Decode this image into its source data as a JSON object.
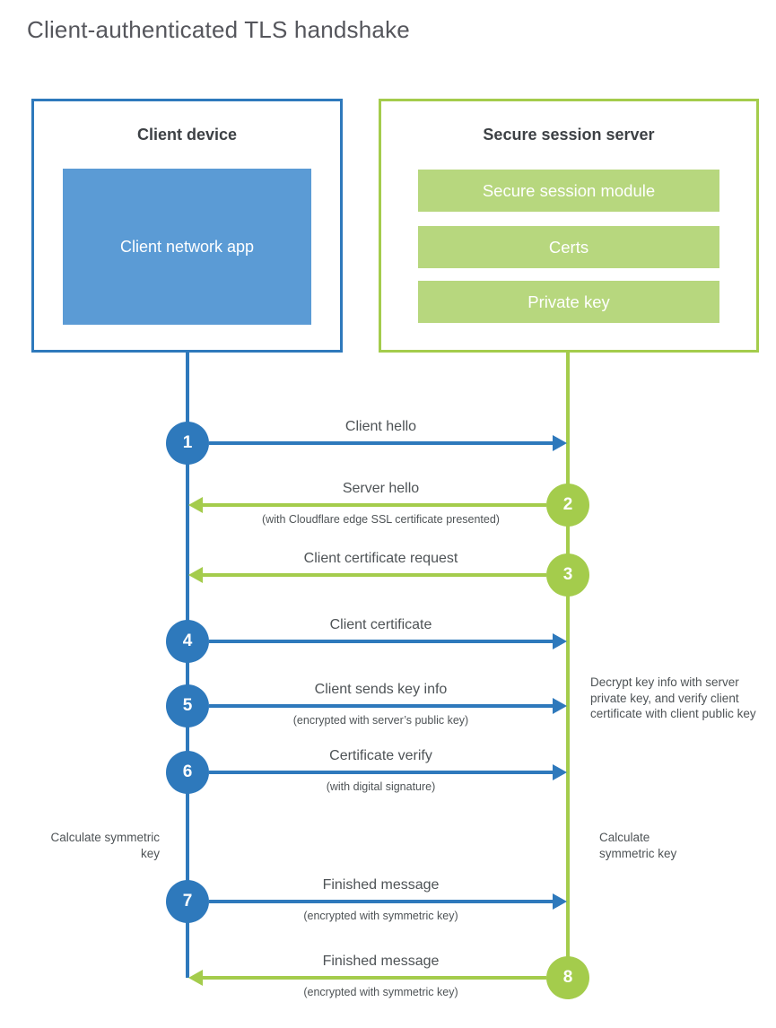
{
  "title": "Client-authenticated TLS handshake",
  "client_box": {
    "title": "Client device",
    "app_label": "Client network app"
  },
  "server_box": {
    "title": "Secure session server",
    "modules": [
      "Secure session module",
      "Certs",
      "Private key"
    ]
  },
  "steps": [
    {
      "num": "1",
      "label": "Client hello",
      "sub": "",
      "from": "client",
      "to": "server"
    },
    {
      "num": "2",
      "label": "Server hello",
      "sub": "(with Cloudflare edge SSL certificate presented)",
      "from": "server",
      "to": "client"
    },
    {
      "num": "3",
      "label": "Client certificate request",
      "sub": "",
      "from": "server",
      "to": "client"
    },
    {
      "num": "4",
      "label": "Client certificate",
      "sub": "",
      "from": "client",
      "to": "server"
    },
    {
      "num": "5",
      "label": "Client sends key info",
      "sub": "(encrypted with server’s public key)",
      "from": "client",
      "to": "server"
    },
    {
      "num": "6",
      "label": "Certificate verify",
      "sub": "(with digital signature)",
      "from": "client",
      "to": "server"
    },
    {
      "num": "7",
      "label": "Finished message",
      "sub": "(encrypted with symmetric key)",
      "from": "client",
      "to": "server"
    },
    {
      "num": "8",
      "label": "Finished message",
      "sub": "(encrypted with symmetric key)",
      "from": "server",
      "to": "client"
    }
  ],
  "annotations": {
    "server_note": "Decrypt key info with server private key, and verify client certificate with client public key",
    "client_calc": "Calculate symmetric key",
    "server_calc": "Calculate symmetric key"
  },
  "colors": {
    "client_blue": "#2e79bc",
    "client_fill_blue": "#5b9bd5",
    "server_green": "#a4cc4c",
    "server_fill_green": "#b7d77e",
    "text_gray": "#4e5356"
  }
}
